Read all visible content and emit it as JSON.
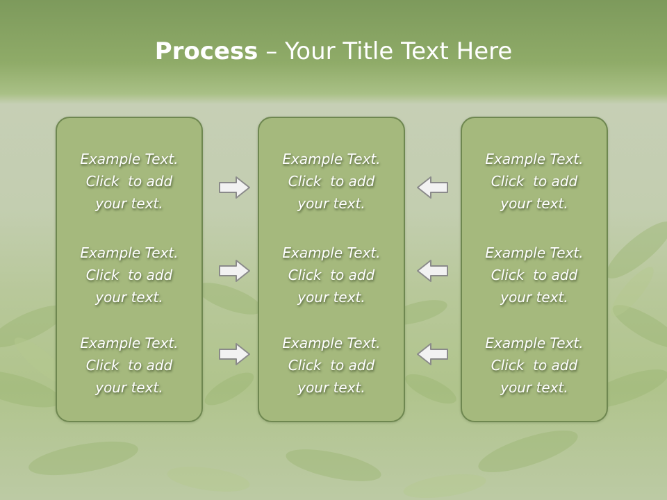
{
  "slide": {
    "title_bold": "Process",
    "title_rest": " – Your Title Text Here"
  },
  "columns": [
    {
      "items": [
        {
          "line1": "Example Text.",
          "line2": "Click  to add",
          "line3": "your text."
        },
        {
          "line1": "Example Text.",
          "line2": "Click  to add",
          "line3": "your text."
        },
        {
          "line1": "Example Text.",
          "line2": "Click  to add",
          "line3": "your text."
        }
      ]
    },
    {
      "items": [
        {
          "line1": "Example Text.",
          "line2": "Click  to add",
          "line3": "your text."
        },
        {
          "line1": "Example Text.",
          "line2": "Click  to add",
          "line3": "your text."
        },
        {
          "line1": "Example Text.",
          "line2": "Click  to add",
          "line3": "your text."
        }
      ]
    },
    {
      "items": [
        {
          "line1": "Example Text.",
          "line2": "Click  to add",
          "line3": "your text."
        },
        {
          "line1": "Example Text.",
          "line2": "Click  to add",
          "line3": "your text."
        },
        {
          "line1": "Example Text.",
          "line2": "Click  to add",
          "line3": "your text."
        }
      ]
    }
  ],
  "arrows": {
    "left_group": "arrow-right-icon",
    "right_group": "arrow-left-icon"
  },
  "colors": {
    "panel_fill": "#a5b97d",
    "panel_border": "#6e8750",
    "title_band": "#7d9a5c"
  }
}
